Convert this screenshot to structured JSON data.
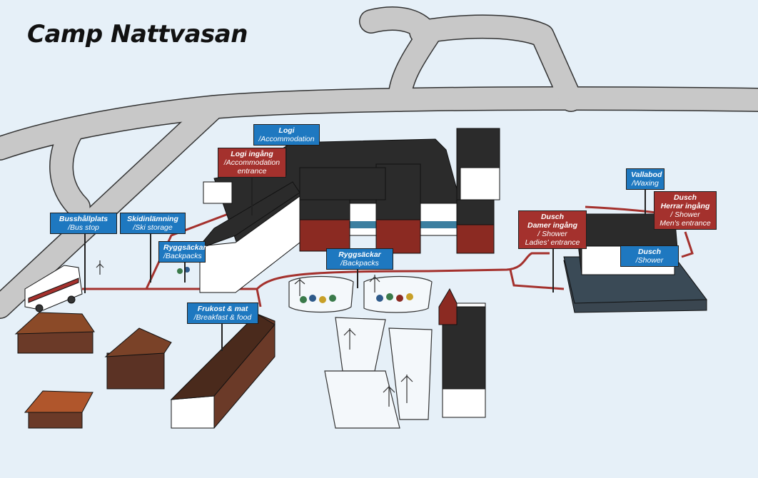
{
  "title": "Camp Nattvasan",
  "labels": {
    "logi": {
      "sv": "Logi",
      "en": "/Accommodation",
      "color": "#1e78c0"
    },
    "logi_entrance": {
      "sv": "Logi ingång",
      "en": "/Accommodation entrance",
      "color": "#a4312d"
    },
    "bus_stop": {
      "sv": "Busshållplats",
      "en": "/Bus stop",
      "color": "#1e78c0"
    },
    "ski_storage": {
      "sv": "Skidinlämning",
      "en": "/Ski storage",
      "color": "#1e78c0"
    },
    "backpacks_left": {
      "sv": "Ryggsäckar",
      "en": "/Backpacks",
      "color": "#1e78c0"
    },
    "backpacks_center": {
      "sv": "Ryggsäckar",
      "en": "/Backpacks",
      "color": "#1e78c0"
    },
    "breakfast": {
      "sv": "Frukost & mat",
      "en": "/Breakfast & food",
      "color": "#1e78c0"
    },
    "waxing": {
      "sv": "Vallabod",
      "en": "/Waxing",
      "color": "#1e78c0"
    },
    "shower_ladies": {
      "sv1": "Dusch",
      "sv2": "Damer ingång",
      "en1": "/ Shower",
      "en2": "Ladies' entrance",
      "color": "#a4312d"
    },
    "shower_men": {
      "sv1": "Dusch",
      "sv2": "Herrar ingång",
      "en1": "/ Shower",
      "en2": "Men's entrance",
      "color": "#a4312d"
    },
    "shower": {
      "sv": "Dusch",
      "en": "/Shower",
      "color": "#1e78c0"
    }
  },
  "colors": {
    "background": "#e6f0f8",
    "road": "#c8c8c8",
    "roof": "#2b2b2b",
    "brick": "#8b2a22",
    "cabin": "#6b3a28",
    "path": "#a4312d"
  }
}
